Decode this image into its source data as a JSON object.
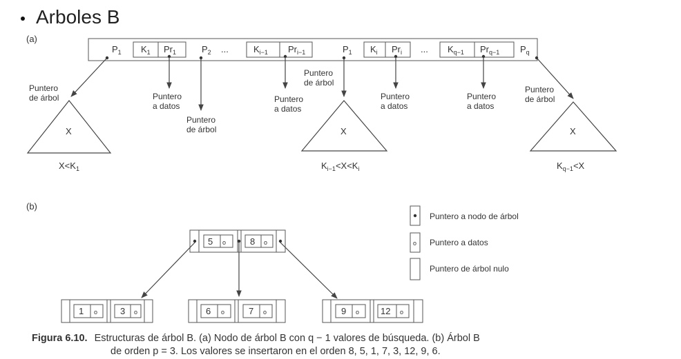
{
  "slide": {
    "title": "Arboles B"
  },
  "part_a": {
    "label": "(a)",
    "node": {
      "p1_left": "P",
      "p1_left_sub": "1",
      "k1": "K",
      "k1_sub": "1",
      "pr1": "Pr",
      "pr1_sub": "1",
      "p2": "P",
      "p2_sub": "2",
      "dots": "...",
      "ki1": "K",
      "ki1_sub": "i−1",
      "pri1": "Pr",
      "pri1_sub": "i−1",
      "p1_mid": "P",
      "p1_mid_sub": "1",
      "ki": "K",
      "ki_sub": "i",
      "pri": "Pr",
      "pri_sub": "i",
      "kq1": "K",
      "kq1_sub": "q−1",
      "prq1": "Pr",
      "prq1_sub": "q−1",
      "pq": "P",
      "pq_sub": "q"
    },
    "labels": {
      "tree_ptr_left": [
        "Puntero",
        "de árbol"
      ],
      "data_ptr_1": [
        "Puntero",
        "a datos"
      ],
      "tree_ptr_2": [
        "Puntero",
        "de árbol"
      ],
      "data_ptr_i1": [
        "Puntero",
        "a datos"
      ],
      "tree_ptr_mid": [
        "Puntero",
        "de árbol"
      ],
      "data_ptr_i": [
        "Puntero",
        "a datos"
      ],
      "data_ptr_q1": [
        "Puntero",
        "a datos"
      ],
      "tree_ptr_right": [
        "Puntero",
        "de árbol"
      ]
    },
    "subtrees": [
      {
        "x_label": "X",
        "cond": "X<K",
        "cond_sub": "1",
        "cond_tail": ""
      },
      {
        "x_label": "X",
        "cond": "K",
        "cond_sub": "i−1",
        "cond_tail": "<X<K",
        "cond_sub2": "i"
      },
      {
        "x_label": "X",
        "cond": "K",
        "cond_sub": "q−1",
        "cond_tail": "<X"
      }
    ]
  },
  "part_b": {
    "label": "(b)",
    "root": {
      "keys": [
        "5",
        "8"
      ],
      "data_mark": "o"
    },
    "leaves": [
      {
        "keys": [
          "1",
          "3"
        ]
      },
      {
        "keys": [
          "6",
          "7"
        ]
      },
      {
        "keys": [
          "9",
          "12"
        ]
      }
    ],
    "data_mark": "o",
    "legend": [
      {
        "symbol": "dot",
        "text": "Puntero a nodo de árbol"
      },
      {
        "symbol": "o",
        "text": "Puntero a datos"
      },
      {
        "symbol": "empty",
        "text": "Puntero de árbol nulo"
      }
    ]
  },
  "caption": {
    "figure": "Figura 6.10.",
    "line1": "Estructuras de árbol B. (a) Nodo de árbol B con q − 1 valores de búsqueda. (b) Árbol B",
    "line2": "de orden p = 3. Los valores se insertaron en el orden 8, 5, 1, 7, 3, 12, 9, 6."
  }
}
